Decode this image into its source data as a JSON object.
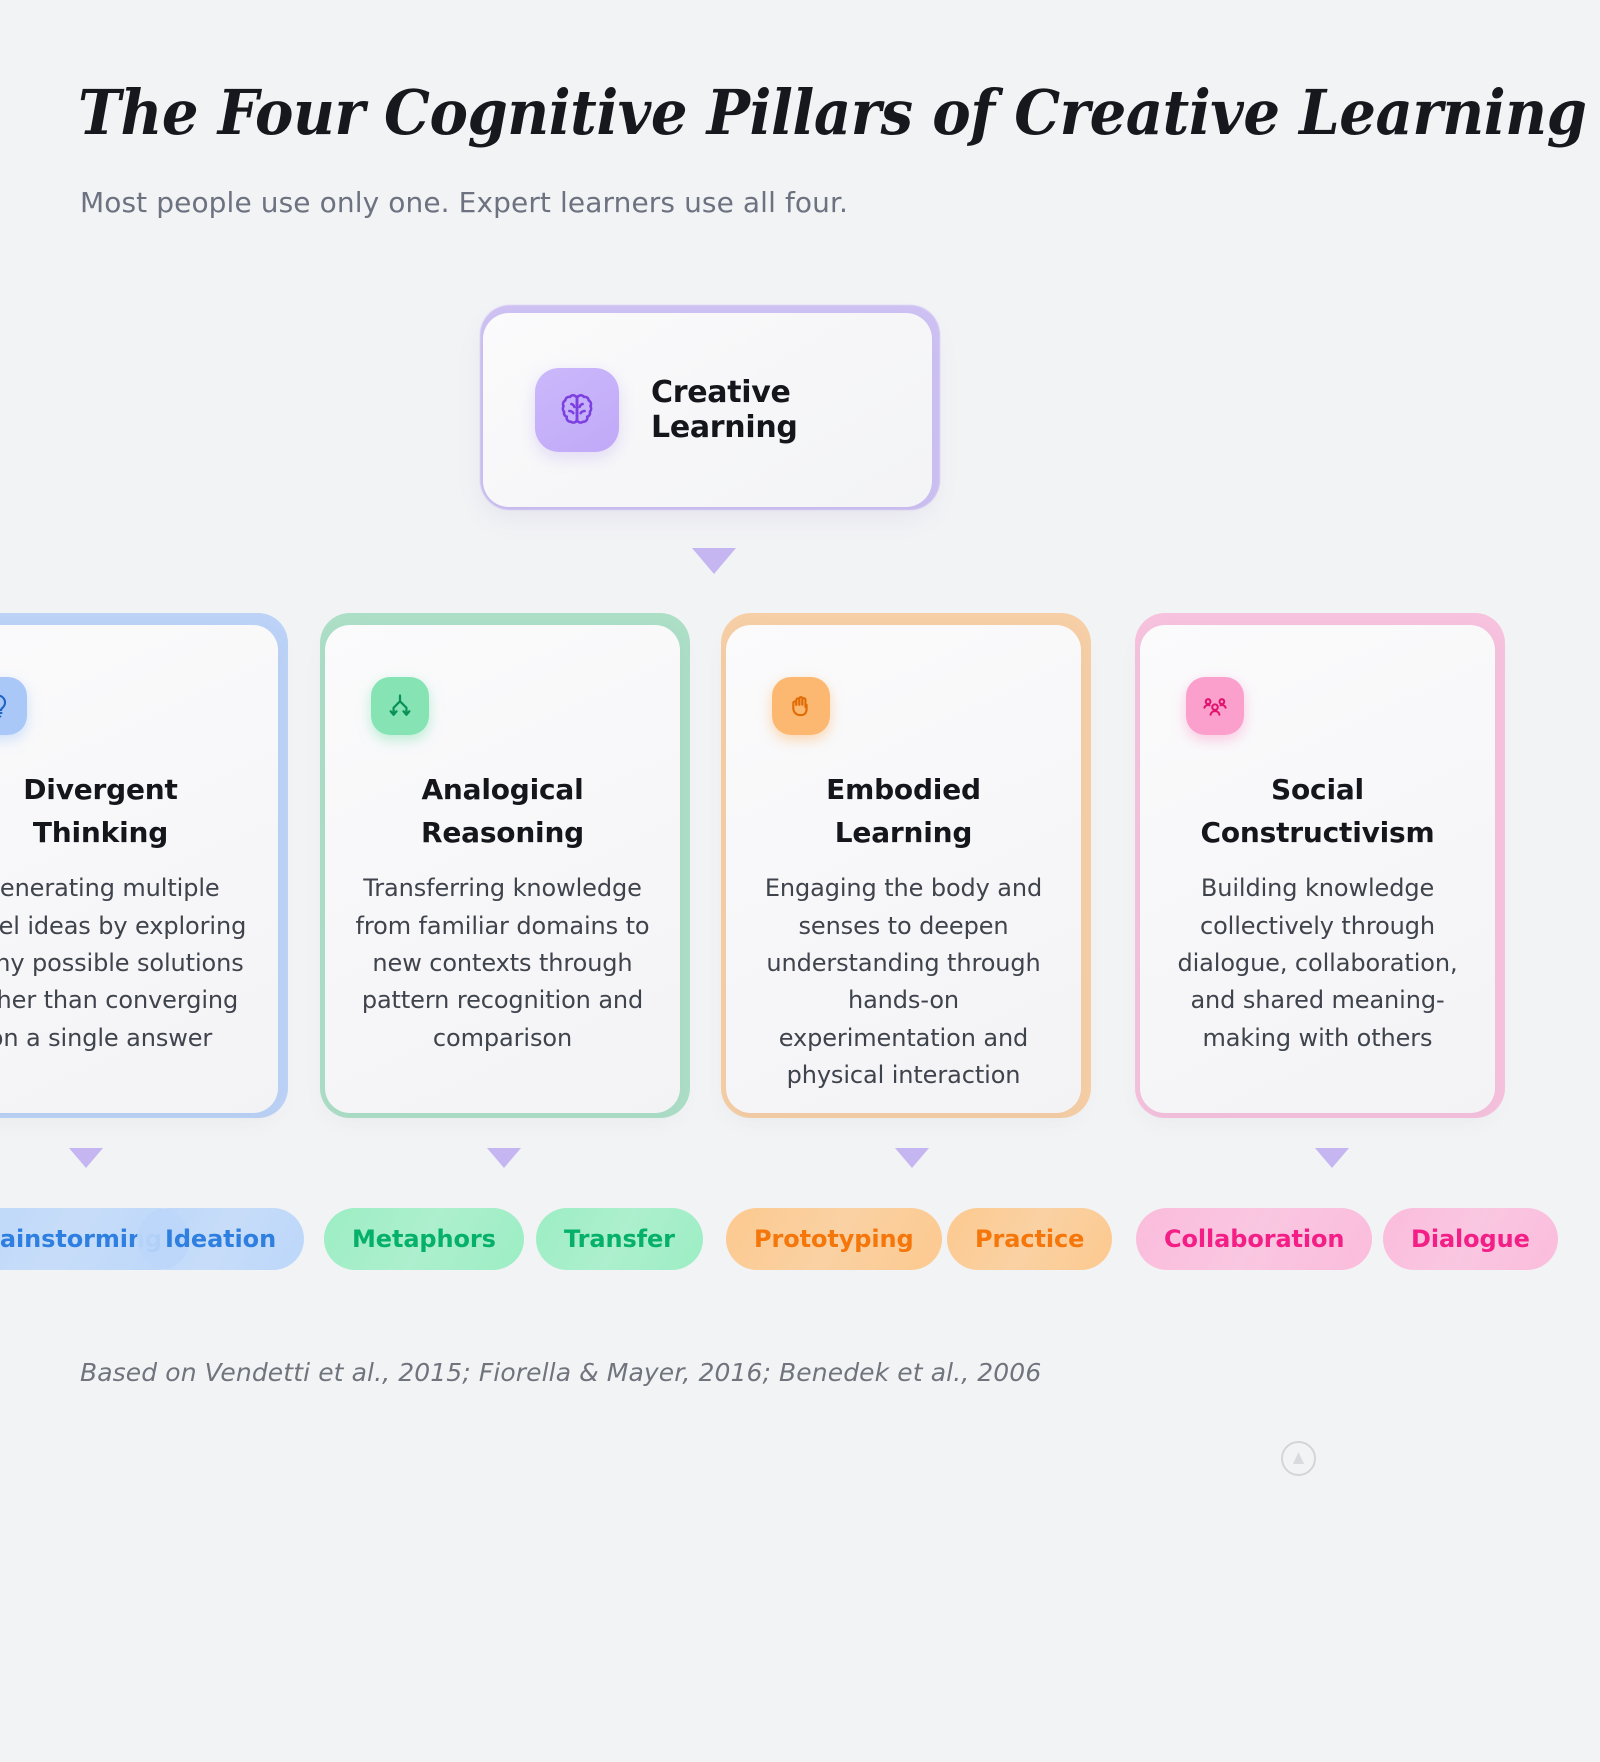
{
  "header": {
    "title": "The Four Cognitive Pillars of Creative Learning",
    "subtitle": "Most people use only one. Expert learners use all four."
  },
  "root": {
    "label": "Creative Learning",
    "icon": "brain-icon",
    "badge_color": "#c0a9f8",
    "glow_color": "#cfc2f3"
  },
  "pillars": [
    {
      "id": "divergent-thinking",
      "title": "Divergent Thinking",
      "description": "Generating multiple novel ideas by exploring many possible solutions rather than converging on a single answer",
      "icon": "lightbulb-icon",
      "accent": "#4f90e8",
      "badge_bg": "#a9c8f7",
      "glow": "#bcd3f7",
      "tags": [
        "Brainstorming",
        "Ideation"
      ],
      "tag_bg": "#bcd7fa",
      "tag_text": "#2f7fe0"
    },
    {
      "id": "analogical-reasoning",
      "title": "Analogical Reasoning",
      "description": "Transferring knowledge from familiar domains to new contexts through pattern recognition and comparison",
      "icon": "branch-split-icon",
      "accent": "#12a368",
      "badge_bg": "#85e3b4",
      "glow": "#addfc7",
      "tags": [
        "Metaphors",
        "Transfer"
      ],
      "tag_bg": "#9ceec4",
      "tag_text": "#05b06a"
    },
    {
      "id": "embodied-learning",
      "title": "Embodied Learning",
      "description": "Engaging the body and senses to deepen understanding through hands-on experimentation and physical interaction",
      "icon": "grab-hand-icon",
      "accent": "#f07c19",
      "badge_bg": "#fcb871",
      "glow": "#f7cfa6",
      "tags": [
        "Prototyping",
        "Practice"
      ],
      "tag_bg": "#fcc98f",
      "tag_text": "#f5760a"
    },
    {
      "id": "social-constructivism",
      "title": "Social Constructivism",
      "description": "Building knowledge collectively through dialogue, collaboration, and shared meaning-making with others",
      "icon": "users-group-icon",
      "accent": "#ef2a82",
      "badge_bg": "#fba0cc",
      "glow": "#f7c2de",
      "tags": [
        "Collaboration",
        "Dialogue"
      ],
      "tag_bg": "#fbbcdc",
      "tag_text": "#f31e86"
    }
  ],
  "footer": {
    "citation": "Based on Vendetti et al., 2015; Fiorella & Mayer, 2016; Benedek et al., 2006",
    "watermark": "circle-avatar-icon"
  },
  "background_color": "#f2f3f5"
}
